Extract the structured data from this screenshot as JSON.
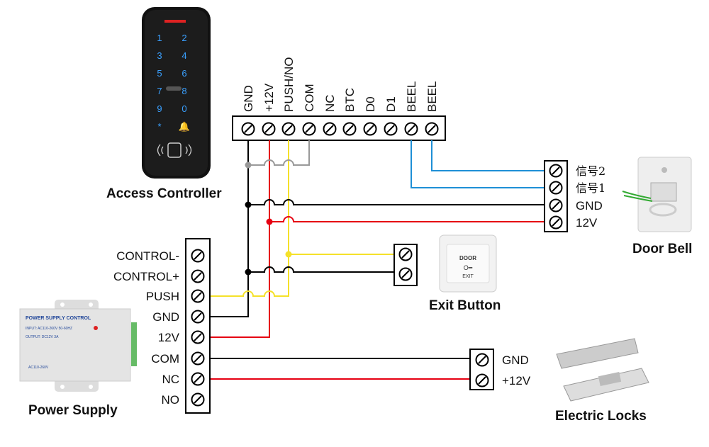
{
  "access_controller": {
    "caption": "Access Controller",
    "keys": [
      "1",
      "2",
      "3",
      "4",
      "5",
      "6",
      "7",
      "8",
      "9",
      "0",
      "*",
      "🔔"
    ],
    "terminals": [
      "GND",
      "+12V",
      "PUSH/NO",
      "COM",
      "NC",
      "BTC",
      "D0",
      "D1",
      "BEEL",
      "BEEL"
    ]
  },
  "door_bell": {
    "caption": "Door Bell",
    "terminals": [
      "信号2",
      "信号1",
      "GND",
      "12V"
    ]
  },
  "exit_button": {
    "caption": "Exit Button",
    "face_top": "DOOR",
    "face_bottom": "EXIT"
  },
  "power_supply": {
    "caption": "Power Supply",
    "terminals": [
      "CONTROL-",
      "CONTROL+",
      "PUSH",
      "GND",
      "12V",
      "COM",
      "NC",
      "NO"
    ],
    "label_title": "POWER SUPPLY CONTROL",
    "label_input": "INPUT: AC110-260V 50-60HZ",
    "label_output": "OUTPUT: DC12V  3A",
    "label_ac": "AC110-260V"
  },
  "electric_locks": {
    "caption": "Electric Locks",
    "terminals": [
      "GND",
      "+12V"
    ]
  },
  "colors": {
    "black": "#000000",
    "red": "#e60012",
    "yellow": "#f5e12a",
    "gray": "#999999",
    "blue": "#1e8fd6"
  }
}
